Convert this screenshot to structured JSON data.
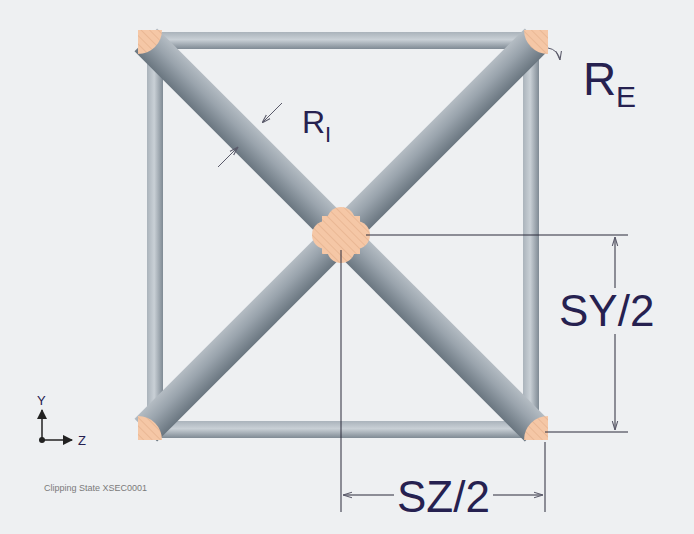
{
  "diagram": {
    "labels": [
      "R",
      "E",
      "R",
      "I",
      "SY/2",
      "SZ/2",
      "Y",
      "Z",
      "Clipping State XSEC0001"
    ]
  }
}
